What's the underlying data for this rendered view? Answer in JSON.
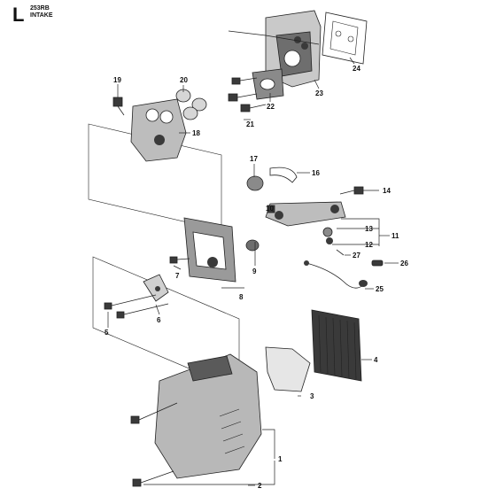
{
  "header": {
    "section_letter": "L",
    "model": "253RB",
    "section_name": "INTAKE"
  },
  "callouts": {
    "c1": "1",
    "c2": "2",
    "c3": "3",
    "c4": "4",
    "c5": "5",
    "c6": "6",
    "c7": "7",
    "c8": "8",
    "c9": "9",
    "c10": "10",
    "c11": "11",
    "c12": "12",
    "c13": "13",
    "c14": "14",
    "c16": "16",
    "c17": "17",
    "c18": "18",
    "c19": "19",
    "c20": "20",
    "c21": "21",
    "c22": "22",
    "c23": "23",
    "c24": "24",
    "c25": "25",
    "c26": "26",
    "c27": "27"
  },
  "colors": {
    "line": "#222222",
    "part_fill": "#ffffff",
    "part_dark": "#3a3a3a",
    "part_mid": "#8a8a8a",
    "part_light": "#d6d6d6"
  }
}
